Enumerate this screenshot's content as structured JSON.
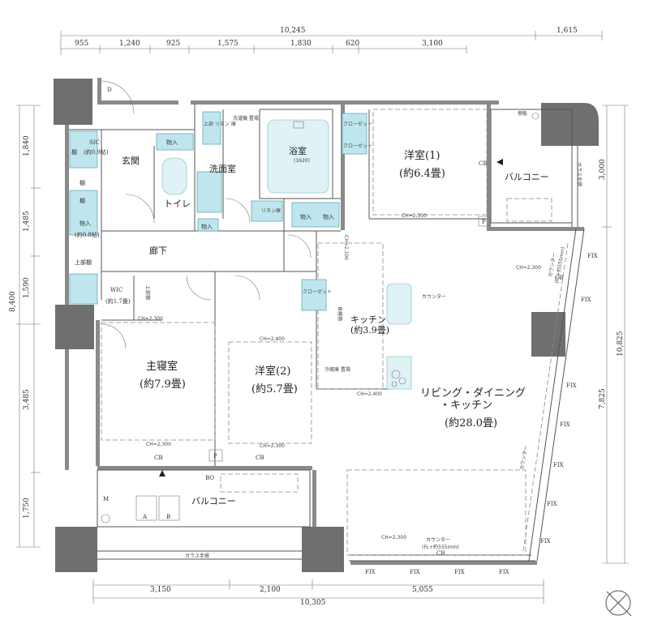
{
  "dimensions": {
    "top_total": "10,245",
    "top_right": "1,615",
    "top_segments": [
      "955",
      "1,240",
      "925",
      "1,575",
      "1,830",
      "620",
      "3,100"
    ],
    "left_total": "8,400",
    "left_segments": [
      "1,840",
      "1,485",
      "1,590",
      "3,485",
      "1,750"
    ],
    "right_top": "3,000",
    "right_mid": "7,825",
    "right_total": "10,825",
    "bottom_segments": [
      "3,150",
      "2,100",
      "5,055"
    ],
    "bottom_total": "10,305"
  },
  "rooms": {
    "entrance": "玄関",
    "sic_title": "SIC",
    "sic_area": "(約0.9帖)",
    "shelf_a": "棚",
    "shelf_b": "棚",
    "shelf_c": "棚",
    "closet_a": "物入",
    "closet_b": "(約0.8帖)",
    "storage_top": "物入",
    "toilet": "トイレ",
    "washroom": "洗面室",
    "linen_a": "上部\nリネン\n庫",
    "washer": "洗濯機\n置場",
    "bath": "浴室",
    "bath_size": "(1620)",
    "closet_c": "クローゼット",
    "closet_d": "クローゼット",
    "western1": "洋室(1)",
    "western1_area": "(約6.4畳)",
    "balcony_east": "バルコニー",
    "rain_gutter": "側板",
    "glass_rail_v": "ガラス手摺",
    "linen_b": "リネン庫",
    "storage1": "物入",
    "storage2": "物入",
    "storage3": "物入",
    "corridor": "廊下",
    "upper_shelf": "上部棚",
    "wic": "WIC",
    "wic_area": "(約1.7畳)",
    "upper_shelf2": "上部棚",
    "closet_e": "クローゼット",
    "master": "主寝室",
    "master_area": "(約7.9畳)",
    "western2": "洋室(2)",
    "western2_area": "(約5.7畳)",
    "kitchen": "キッチン",
    "kitchen_area": "(約3.9畳)",
    "counter": "カウンター",
    "pantry": "食器棚",
    "fridge": "冷蔵庫\n置場",
    "ldk1": "リビング・ダイニング",
    "ldk2": "・キッチン",
    "ldk_area": "(約28.0畳)",
    "counter_bottom": "カウンター",
    "counter_bottom_fl": "(FL+約555mm)",
    "counter_right": "カウンター",
    "counter_right_fl": "(FL+約555mm)",
    "counter_right2": "カウンター",
    "balcony_south": "バルコニー",
    "glass_rail": "ガラス手摺",
    "unit_a": "A",
    "unit_b": "B"
  },
  "marks": {
    "cb": "CB",
    "p": "P",
    "bo": "BO",
    "fix": "FIX",
    "m": "M",
    "d": "D"
  },
  "ceiling": {
    "ch2300": "CH=2,300",
    "ch2100": "CH=2,100",
    "ch2400": "CH=2,400"
  },
  "colors": {
    "wall": "#8a8a8a",
    "accent": "#bfe6ee"
  }
}
